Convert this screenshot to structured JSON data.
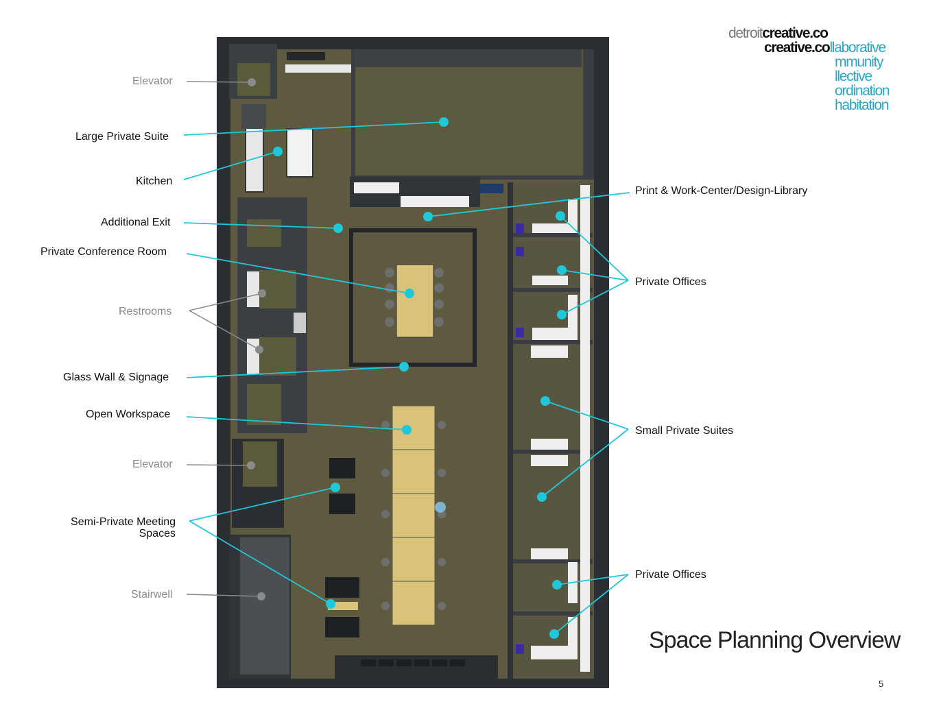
{
  "logo": {
    "line1_thin": "detroit",
    "line1_bold": "creative.co",
    "line2_bold": "creative.co",
    "line2_blue": "llaborative",
    "line3": "mmunity",
    "line4": "llective",
    "line5": "ordination",
    "line6": "habitation"
  },
  "title": "Space Planning Overview",
  "page_number": "5",
  "labels": {
    "elevator_top": "Elevator",
    "large_private_suite": "Large Private Suite",
    "kitchen": "Kitchen",
    "additional_exit": "Additional Exit",
    "private_conference_room": "Private Conference Room",
    "restrooms": "Restrooms",
    "glass_wall_signage": "Glass Wall & Signage",
    "open_workspace": "Open Workspace",
    "elevator_bottom": "Elevator",
    "semi_private_line1": "Semi-Private Meeting",
    "semi_private_line2": "Spaces",
    "stairwell": "Stairwell",
    "print_work_center": "Print & Work-Center/Design-Library",
    "private_offices_top": "Private Offices",
    "small_private_suites": "Small Private Suites",
    "private_offices_bottom": "Private Offices"
  },
  "colors": {
    "callout_cyan": "#1ec8d8",
    "callout_gray": "#8a8a8a",
    "wall_dark": "#2e3236",
    "floor": "#5e5a40",
    "table_wood": "#d9c27a"
  }
}
